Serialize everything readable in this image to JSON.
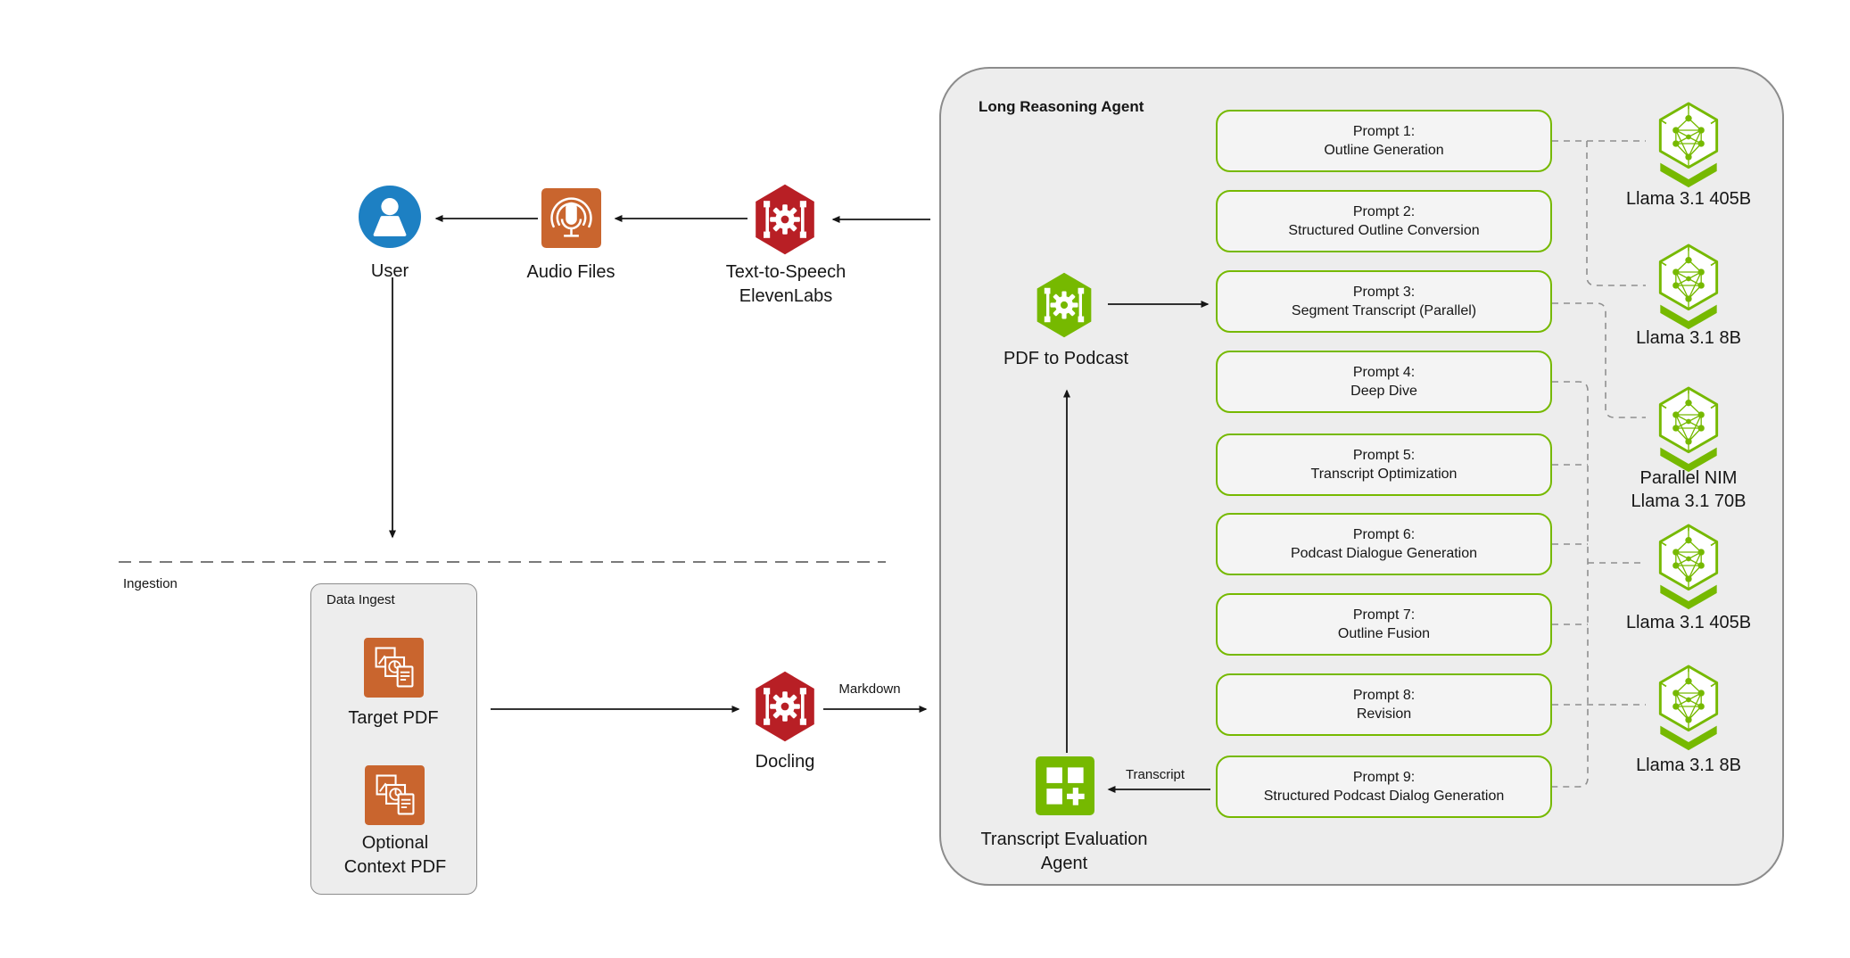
{
  "colors": {
    "nvidia_green": "#76b900",
    "nim_red": "#b81f25",
    "doc_orange": "#c9652e",
    "user_blue": "#1d80c3",
    "panel_gray": "#ededed",
    "connector_gray": "#8f8f8f"
  },
  "top_flow": {
    "user_label": "User",
    "audio_files_label": "Audio Files",
    "tts_label_line1": "Text-to-Speech",
    "tts_label_line2": "ElevenLabs"
  },
  "ingestion": {
    "section_label": "Ingestion",
    "data_ingest_title": "Data Ingest",
    "target_pdf_label": "Target PDF",
    "context_pdf_line1": "Optional",
    "context_pdf_line2": "Context PDF",
    "docling_label": "Docling",
    "markdown_label": "Markdown"
  },
  "agent": {
    "title": "Long Reasoning Agent",
    "pdf_to_podcast_label": "PDF to Podcast",
    "eval_agent_line1": "Transcript Evaluation",
    "eval_agent_line2": "Agent",
    "transcript_label": "Transcript",
    "prompts": [
      {
        "line1": "Prompt 1:",
        "line2": "Outline Generation"
      },
      {
        "line1": "Prompt 2:",
        "line2": "Structured Outline Conversion"
      },
      {
        "line1": "Prompt 3:",
        "line2": "Segment Transcript (Parallel)"
      },
      {
        "line1": "Prompt 4:",
        "line2": "Deep Dive"
      },
      {
        "line1": "Prompt 5:",
        "line2": "Transcript Optimization"
      },
      {
        "line1": "Prompt 6:",
        "line2": "Podcast Dialogue Generation"
      },
      {
        "line1": "Prompt 7:",
        "line2": "Outline Fusion"
      },
      {
        "line1": "Prompt 8:",
        "line2": "Revision"
      },
      {
        "line1": "Prompt 9:",
        "line2": "Structured Podcast Dialog Generation"
      }
    ],
    "models": [
      {
        "line1": "Llama 3.1 405B"
      },
      {
        "line1": "Llama 3.1 8B"
      },
      {
        "line1": "Parallel NIM",
        "line2": "Llama 3.1 70B"
      },
      {
        "line1": "Llama 3.1 405B"
      },
      {
        "line1": "Llama 3.1 8B"
      }
    ]
  },
  "icons": {
    "user": "person-in-circle-icon",
    "audio_files": "podcast-mic-icon",
    "tts": "nim-hexagon-gear-icon",
    "docling": "nim-hexagon-gear-icon",
    "pdf_to_podcast": "nim-hexagon-gear-icon",
    "target_pdf": "document-stack-icon",
    "context_pdf": "document-stack-icon",
    "eval_agent": "grid-plus-icon",
    "model": "llama-nim-cube-icon"
  }
}
